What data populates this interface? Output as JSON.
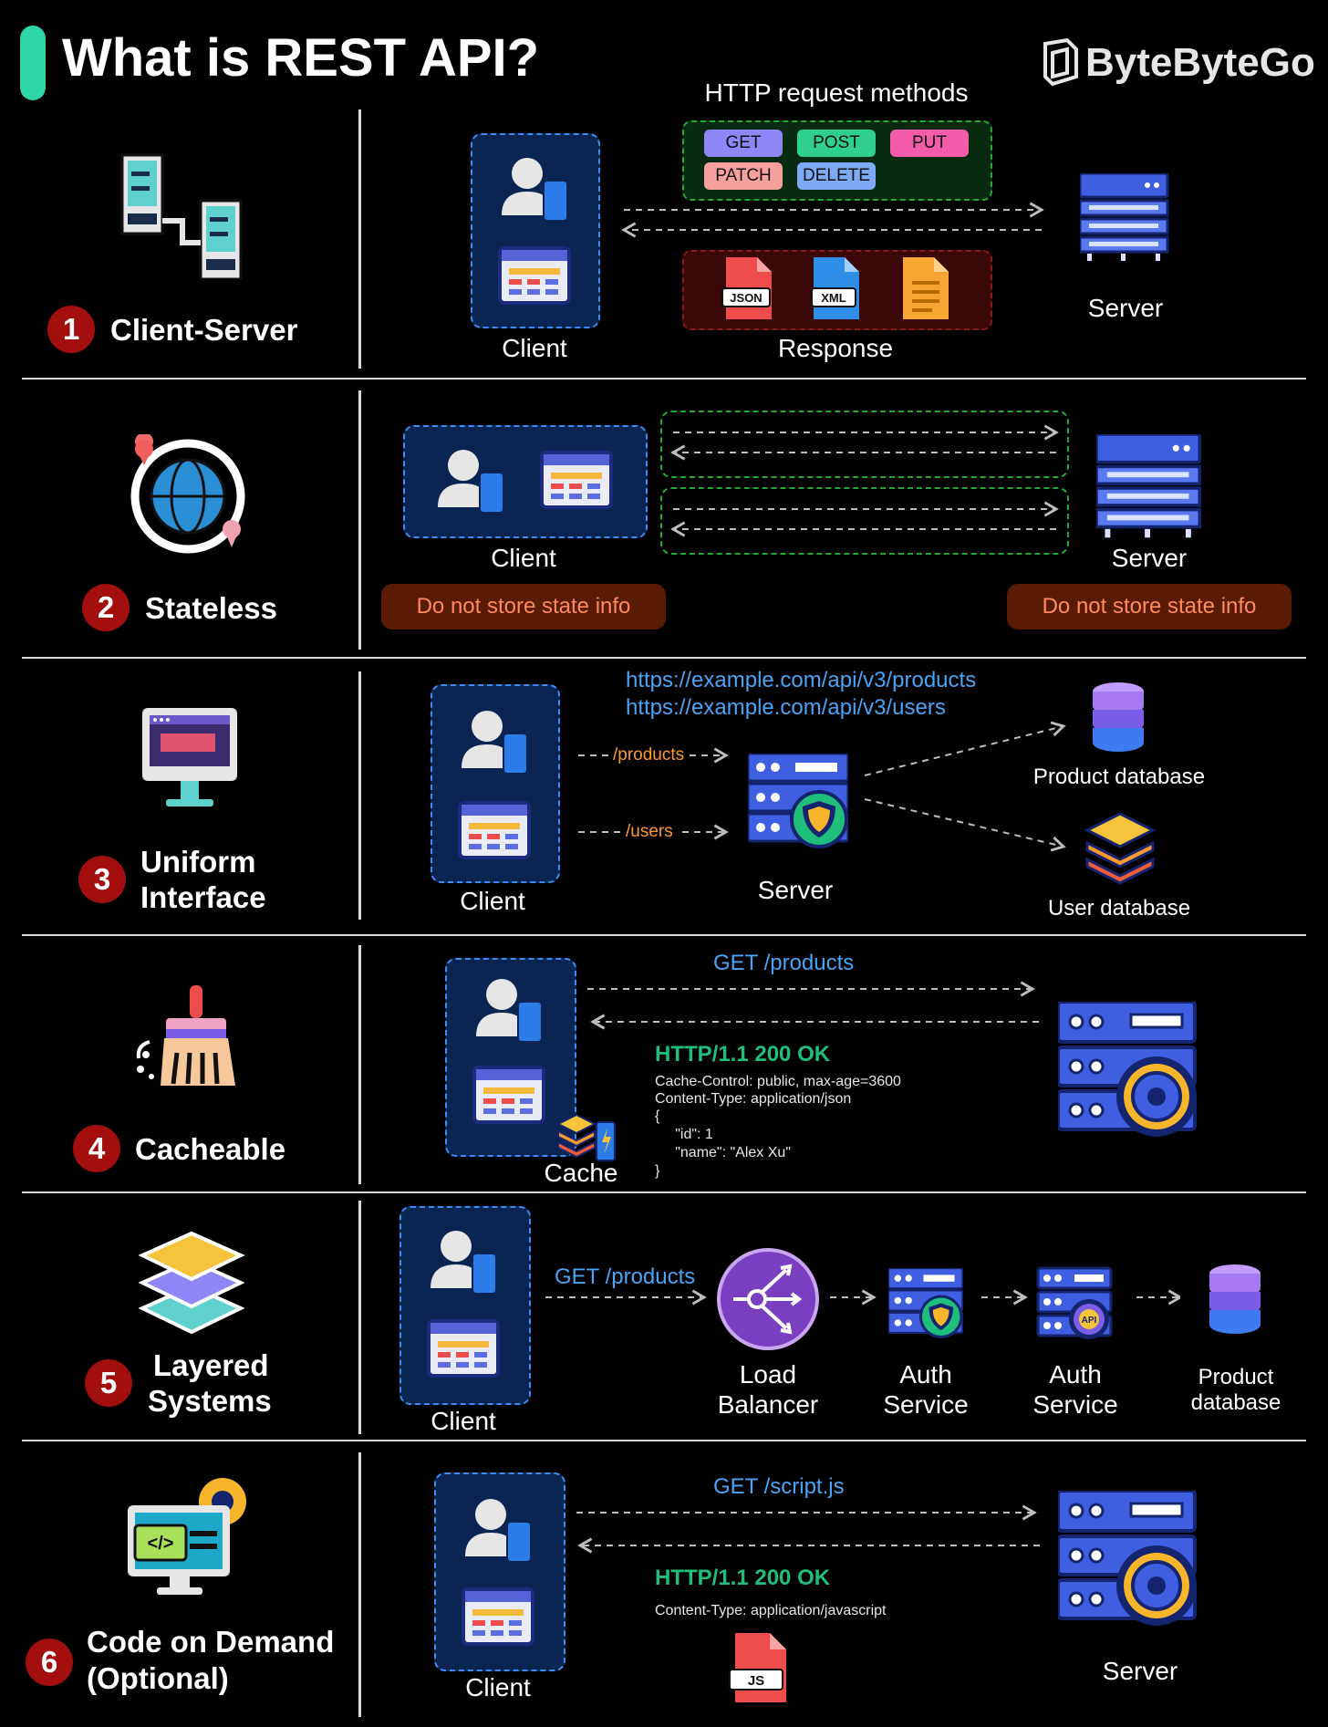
{
  "title": "What is REST API?",
  "brand": "ByteByteGo",
  "colors": {
    "accent": "#2fd6a5",
    "number_badge": "#a30e0e",
    "link_blue": "#4aa3f5",
    "ok_green": "#1fbf7b",
    "state_box": "#5a1b05"
  },
  "principles": [
    {
      "number": "1",
      "title": "Client-Server",
      "icon": "client-server-icon"
    },
    {
      "number": "2",
      "title": "Stateless",
      "icon": "globe-icon"
    },
    {
      "number": "3",
      "title": "Uniform\nInterface",
      "title_line1": "Uniform",
      "title_line2": "Interface",
      "icon": "monitor-icon"
    },
    {
      "number": "4",
      "title": "Cacheable",
      "icon": "broom-icon"
    },
    {
      "number": "5",
      "title": "Layered\nSystems",
      "title_line1": "Layered",
      "title_line2": "Systems",
      "icon": "layers-icon"
    },
    {
      "number": "6",
      "title": "Code on Demand\n(Optional)",
      "title_line1": "Code on Demand",
      "title_line2": "(Optional)",
      "icon": "code-gear-icon"
    }
  ],
  "section1": {
    "methods_title": "HTTP request methods",
    "methods": [
      "GET",
      "POST",
      "PUT",
      "PATCH",
      "DELETE"
    ],
    "method_colors": [
      "#8f86f7",
      "#2ecf8f",
      "#f25ca8",
      "#f7a19c",
      "#7ea9f5"
    ],
    "file_types": [
      "JSON",
      "XML"
    ],
    "client_label": "Client",
    "response_label": "Response",
    "server_label": "Server"
  },
  "section2": {
    "client_label": "Client",
    "server_label": "Server",
    "client_note": "Do not store state info",
    "server_note": "Do not store state info"
  },
  "section3": {
    "urls": [
      "https://example.com/api/v3/products",
      "https://example.com/api/v3/users"
    ],
    "products_path": "/products",
    "users_path": "/users",
    "client_label": "Client",
    "server_label": "Server",
    "product_db": "Product database",
    "user_db": "User database"
  },
  "section4": {
    "request": "GET /products",
    "status": "HTTP/1.1 200 OK",
    "response_lines": [
      "Cache-Control: public, max-age=3600",
      "Content-Type: application/json",
      "{",
      "     \"id\": 1",
      "     \"name\": \"Alex Xu\"",
      "}"
    ],
    "cache_label": "Cache"
  },
  "section5": {
    "client_label": "Client",
    "request": "GET /products",
    "load_balancer_line1": "Load",
    "load_balancer_line2": "Balancer",
    "auth1_line1": "Auth",
    "auth1_line2": "Service",
    "auth2_line1": "Auth",
    "auth2_line2": "Service",
    "db_line1": "Product",
    "db_line2": "database",
    "api_badge": "API"
  },
  "section6": {
    "request": "GET /script.js",
    "status": "HTTP/1.1 200 OK",
    "content_type": "Content-Type: application/javascript",
    "file_type": "JS",
    "client_label": "Client",
    "server_label": "Server"
  }
}
